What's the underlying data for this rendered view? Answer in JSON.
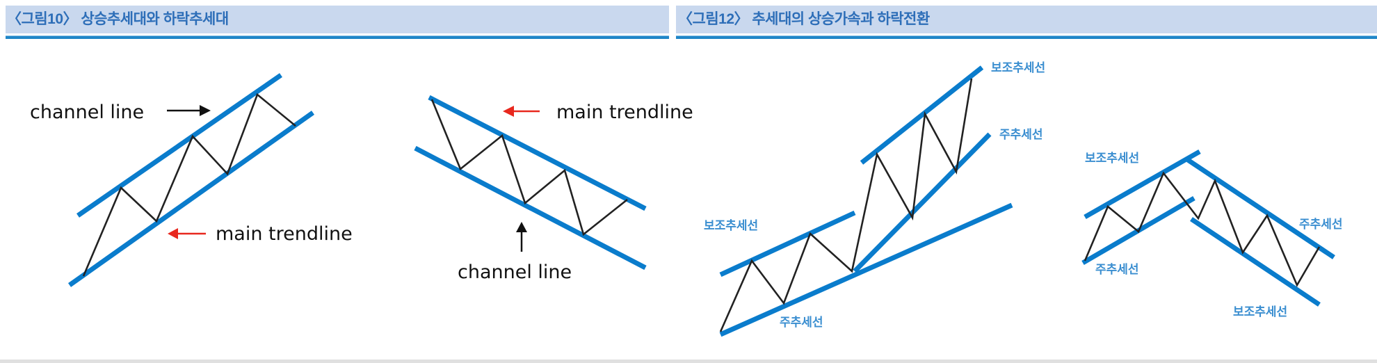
{
  "figures": [
    {
      "title": "〈그림10〉 상승추세대와 하락추세대",
      "panels": [
        {
          "name": "uptrend-channel",
          "labels": {
            "channel_line": "channel line",
            "main_trendline": "main trendline"
          }
        },
        {
          "name": "downtrend-channel",
          "labels": {
            "main_trendline": "main trendline",
            "channel_line": "channel line"
          }
        }
      ]
    },
    {
      "title": "〈그림12〉 추세대의 상승가속과 하락전환",
      "panels": [
        {
          "name": "uptrend-acceleration",
          "labels": {
            "upper_aux": "보조추세선",
            "upper_main": "주추세선",
            "lower_aux": "보조추세선",
            "lower_main": "주추세선"
          }
        },
        {
          "name": "downtrend-reversal",
          "labels": {
            "left_aux": "보조추세선",
            "left_main": "주추세선",
            "right_main": "주추세선",
            "right_aux": "보조추세선"
          }
        }
      ]
    }
  ],
  "colors": {
    "trendline": "#0a7ccc",
    "price_path": "#222222",
    "header_band": "#c9d8ee",
    "header_text": "#2d6eb8",
    "korean_label": "#3a8ed0",
    "red_arrow": "#e8281e",
    "black_arrow": "#111111"
  }
}
